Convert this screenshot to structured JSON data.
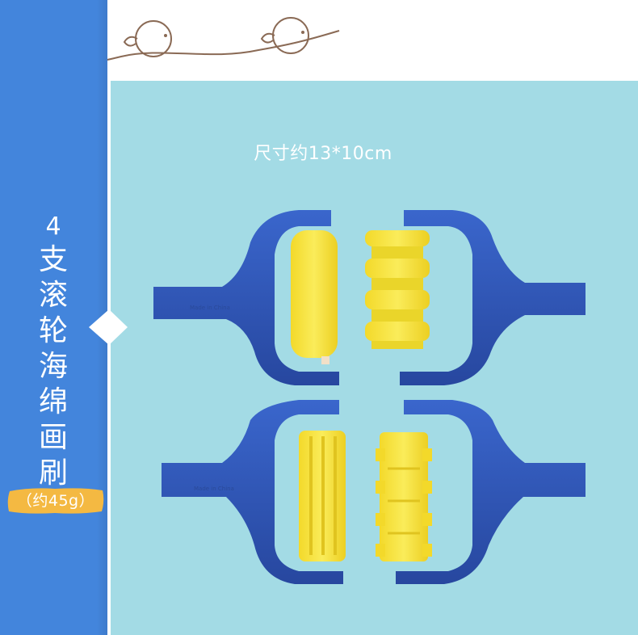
{
  "title": {
    "count": "4",
    "chars": [
      "支",
      "滚",
      "轮",
      "海",
      "绵",
      "画",
      "刷"
    ]
  },
  "weight_label": "（约45g）",
  "size_label": "尺寸约13*10cm",
  "handle_imprint": "Made in China",
  "colors": {
    "sidebar": "#4385dc",
    "panel": "#a3dbe5",
    "badge": "#f4b942",
    "handle": "#2f56b8",
    "sponge": "#f7e640"
  },
  "icons": [
    "bird-doodle-icon"
  ]
}
